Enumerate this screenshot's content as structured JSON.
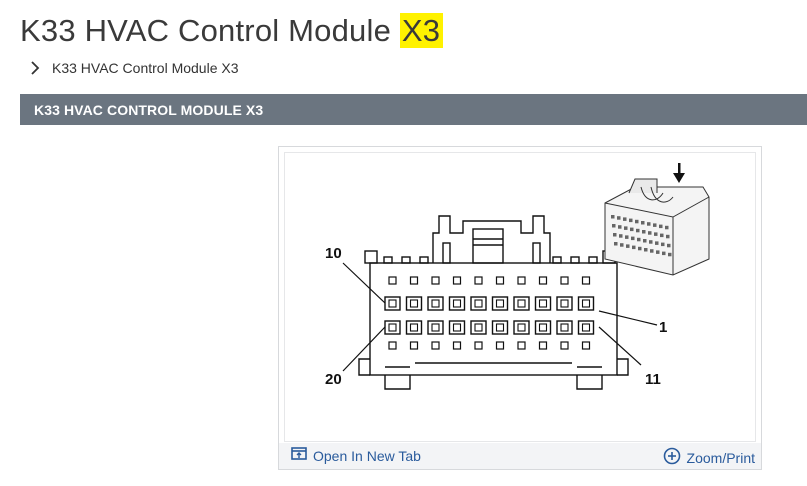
{
  "page": {
    "title_main": "K33 HVAC Control Module",
    "title_highlight": "X3"
  },
  "breadcrumb": {
    "items": [
      "K33 HVAC Control Module X3"
    ]
  },
  "section": {
    "heading": "K33 HVAC CONTROL MODULE X3"
  },
  "figure": {
    "pin_labels": {
      "top_left": "10",
      "bottom_left": "20",
      "top_right": "1",
      "bottom_right": "11"
    },
    "toolbar": {
      "open_new_tab_label": "Open In New Tab",
      "zoom_print_label": "Zoom/Print"
    }
  },
  "colors": {
    "section_bar": "#6b7580",
    "highlight": "#fff200",
    "link": "#2a5b9c"
  },
  "icons": {
    "breadcrumb": "chevron-right-icon",
    "open_new_tab": "open-new-tab-icon",
    "zoom": "zoom-plus-icon"
  }
}
